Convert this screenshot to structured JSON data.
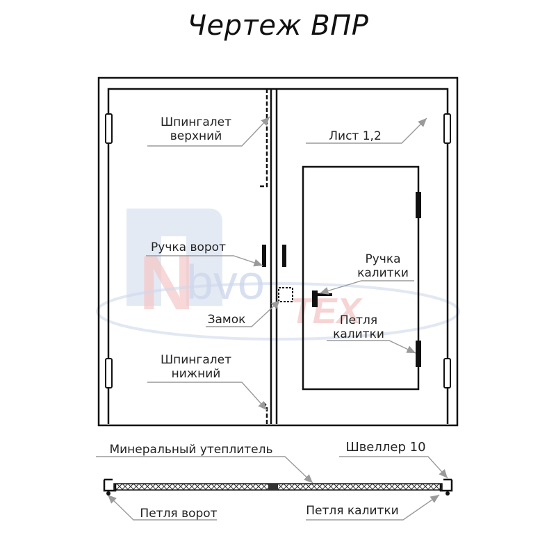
{
  "title": "Чертеж ВПР",
  "watermark": {
    "letter": "N",
    "text": "bvo",
    "accent": "ТЕХ"
  },
  "labels": {
    "bolt_top_1": "Шпингалет",
    "bolt_top_2": "верхний",
    "sheet": "Лист 1,2",
    "gate_handle": "Ручка ворот",
    "wicket_handle_1": "Ручка",
    "wicket_handle_2": "калитки",
    "lock": "Замок",
    "wicket_hinge_1": "Петля",
    "wicket_hinge_2": "калитки",
    "bolt_bottom_1": "Шпингалет",
    "bolt_bottom_2": "нижний",
    "insulation": "Минеральный утеплитель",
    "channel": "Швеллер 10",
    "gate_hinge": "Петля ворот",
    "wicket_hinge": "Петля калитки"
  },
  "colors": {
    "line": "#111111",
    "leader": "#9a9a9a",
    "watermark_blue": "#c9d3ea",
    "watermark_red": "#f2c0c0"
  }
}
